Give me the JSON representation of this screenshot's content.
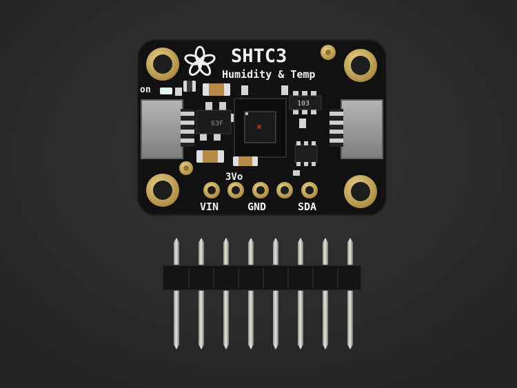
{
  "board": {
    "title": "SHTC3",
    "subtitle": "Humidity & Temp",
    "power_led_label": "on",
    "voltage_label": "3Vo",
    "pin_labels": {
      "vin": "VIN",
      "gnd": "GND",
      "sda": "SDA"
    },
    "chip_marking": "103",
    "regulator_marking": "63F",
    "logo_icon": "flower-star-icon"
  },
  "header_strip": {
    "pin_count": 8
  },
  "colors": {
    "background": "#2b2b2b",
    "pcb": "#111111",
    "gold": "#c8a758",
    "silkscreen": "#f2f2f2",
    "pin": "#d2d2cd",
    "connector": "#9a9a9a"
  }
}
